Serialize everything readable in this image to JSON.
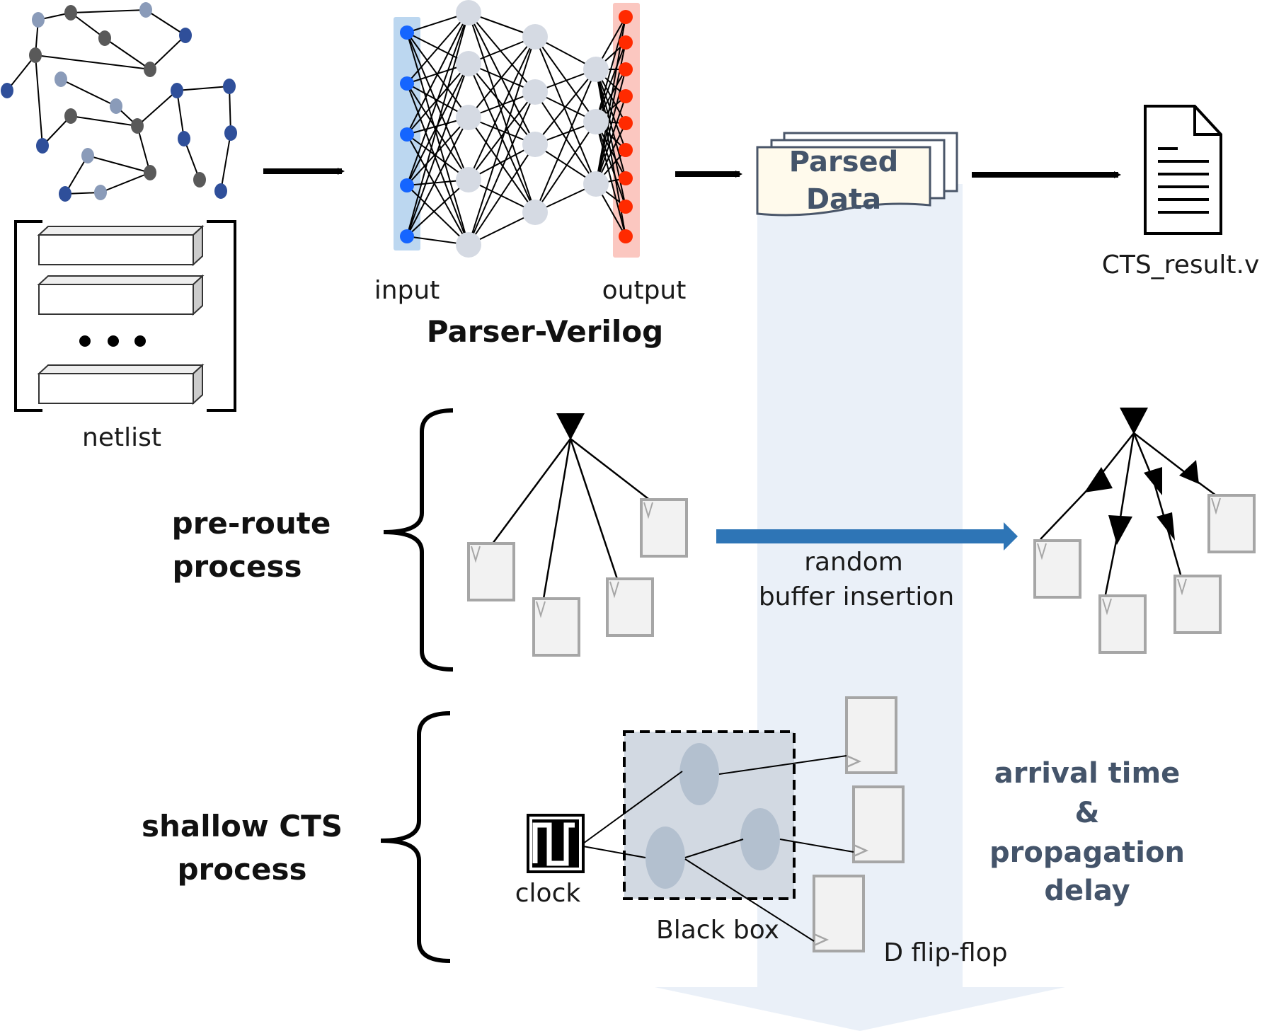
{
  "colors": {
    "input_nodes": "#1565ff",
    "output_nodes": "#ff2a00",
    "hidden_nodes": "#d5dae3",
    "flow_band": "#eaf0f8",
    "process_arrow": "#2e75b6",
    "accent_text": "#44546a",
    "graph_node_dark": "#595959",
    "graph_node_blue": "#2f4f9a",
    "graph_node_light": "#8a9bb9"
  },
  "labels": {
    "netlist": "netlist",
    "input": "input",
    "output": "output",
    "parser": "Parser-Verilog",
    "parsed_line1": "Parsed",
    "parsed_line2": "Data",
    "result_file": "CTS_result.v",
    "pre_route_line1": "pre-route",
    "pre_route_line2": "process",
    "random_line1": "random",
    "random_line2": "buffer insertion",
    "shallow_line1": "shallow CTS",
    "shallow_line2": "process",
    "clock": "clock",
    "black_box": "Black box",
    "dff": "D flip-flop",
    "arrival_line1": "arrival time",
    "arrival_line2": "&",
    "arrival_line3": "propagation",
    "arrival_line4": "delay"
  },
  "icons": [
    "netlist-graph-icon",
    "module-stack-icon",
    "neural-network-icon",
    "parsed-data-document-icon",
    "verilog-file-icon",
    "clock-source-icon",
    "buffer-triangle-icon",
    "flip-flop-icon"
  ]
}
